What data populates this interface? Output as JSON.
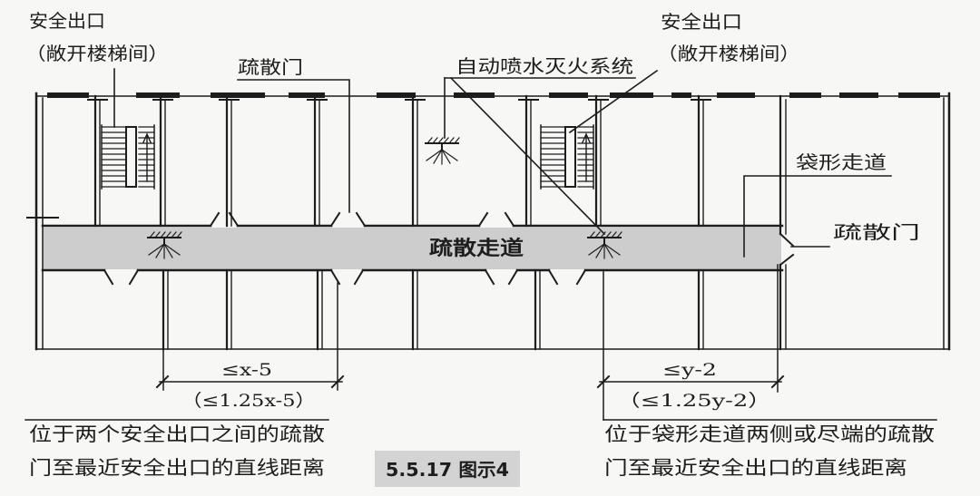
{
  "labels": {
    "exit_left": "安全出口",
    "exit_left_sub": "（敞开楼梯间）",
    "door_top": "疏散门",
    "sprinkler": "自动喷水灭火系统",
    "exit_right": "安全出口",
    "exit_right_sub": "（敞开楼梯间）",
    "dead_end": "袋形走道",
    "corridor": "疏散走道",
    "door_right": "疏散门"
  },
  "dimensions": {
    "left_main": "≤x-5",
    "left_sprinkler": "（≤1.25x-5）",
    "right_main": "≤y-2",
    "right_sprinkler": "（≤1.25y-2）"
  },
  "captions": {
    "left_line1": "位于两个安全出口之间的疏散",
    "left_line2": "门至最近安全出口的直线距离",
    "right_line1": "位于袋形走道两侧或尽端的疏散",
    "right_line2": "门至最近安全出口的直线距离"
  },
  "figure_title": "5.5.17 图示4",
  "colors": {
    "ink": "#1d1d1d",
    "corridor": "#cdcdcd",
    "paper": "#f7f7f5",
    "title_box": "#d3d3d3"
  }
}
